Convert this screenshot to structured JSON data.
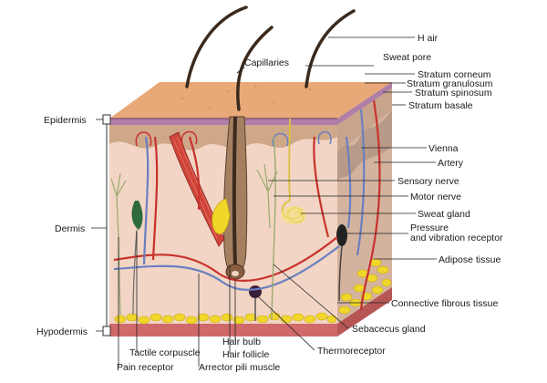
{
  "labels": {
    "hair": "H air",
    "sweat_pore": "Sweat pore",
    "capillaries": "Capillaries",
    "stratum_corneum": "Stratum corneum",
    "stratum_granulosum": "Stratum granulosum",
    "stratum_spinosum": "Stratum spinosum",
    "stratum_basale": "Stratum basale",
    "epidermis": "Epidermis",
    "dermis": "Dermis",
    "hypodermis": "Hypodermis",
    "vienna": "Vienna",
    "artery": "Artery",
    "sensory_nerve": "Sensory nerve",
    "motor_nerve": "Motor nerve",
    "sweat_gland": "Sweat gland",
    "pressure_line1": "Pressure",
    "pressure_line2": "and vibration receptor",
    "adipose_tissue": "Adipose tissue",
    "connective_fibrous_tissue": "Connective fibrous tissue",
    "sebaceous_gland": "Sebacecus gland",
    "thermoreceptor": "Thermoreceptor",
    "hair_bulb": "Hair bulb",
    "hair_follicle": "Hair follicle",
    "tactile_corpuscle": "Tactile corpuscle",
    "pain_receptor": "Pain receptor",
    "arrector_pili_muscle": "Arrector pili muscle"
  },
  "colors": {
    "skin_top": "#e9a877",
    "epidermis_side": "#d9b79a",
    "dermis_front": "#f2d5c4",
    "dermis_side": "#c9a48c",
    "adipose": "#f0d72a",
    "artery": "#c8322d",
    "vein": "#6a80c0",
    "hair": "#3a2a1e"
  }
}
